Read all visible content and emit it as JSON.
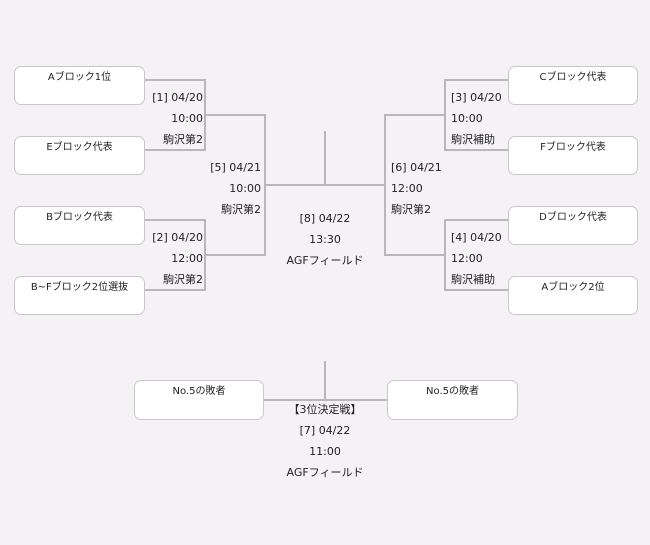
{
  "teams": {
    "a1": "Aブロック1位",
    "e_rep": "Eブロック代表",
    "b_rep": "Bブロック代表",
    "bf2": "B~Fブロック2位選抜",
    "c_rep": "Cブロック代表",
    "f_rep": "Fブロック代表",
    "d_rep": "Dブロック代表",
    "a2": "Aブロック2位",
    "no5_loser_left": "No.5の敗者",
    "no5_loser_right": "No.5の敗者"
  },
  "matches": {
    "m1": {
      "id": "[1] 04/20",
      "time": "10:00",
      "venue": "駒沢第2"
    },
    "m2": {
      "id": "[2] 04/20",
      "time": "12:00",
      "venue": "駒沢第2"
    },
    "m3": {
      "id": "[3] 04/20",
      "time": "10:00",
      "venue": "駒沢補助"
    },
    "m4": {
      "id": "[4] 04/20",
      "time": "12:00",
      "venue": "駒沢補助"
    },
    "m5": {
      "id": "[5] 04/21",
      "time": "10:00",
      "venue": "駒沢第2"
    },
    "m6": {
      "id": "[6] 04/21",
      "time": "12:00",
      "venue": "駒沢第2"
    },
    "m8": {
      "id": "[8] 04/22",
      "time": "13:30",
      "venue": "AGFフィールド"
    },
    "m7": {
      "title": "【3位決定戦】",
      "id": "[7] 04/22",
      "time": "11:00",
      "venue": "AGFフィールド"
    }
  }
}
